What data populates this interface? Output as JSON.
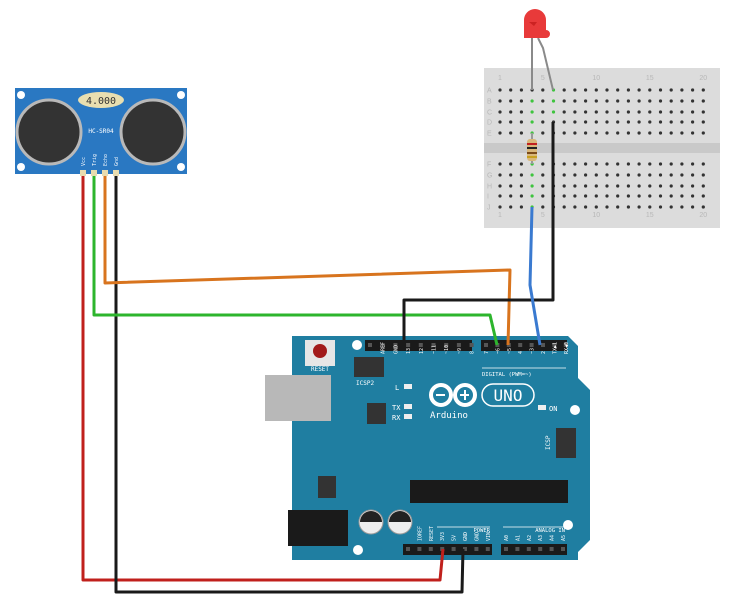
{
  "sensor": {
    "display": "4.000",
    "model": "HC-SR04",
    "pins": [
      "Vcc",
      "Trig",
      "Echo",
      "Gnd"
    ],
    "color": "#2a78c2"
  },
  "breadboard": {
    "column_labels": [
      "1",
      "5",
      "10",
      "15",
      "20"
    ],
    "row_labels_top": [
      "A",
      "B",
      "C",
      "D",
      "E"
    ],
    "row_labels_bottom": [
      "F",
      "G",
      "H",
      "I",
      "J"
    ]
  },
  "led": {
    "color": "#e83a3a"
  },
  "arduino": {
    "reset_label": "RESET",
    "icsp2_label": "ICSP2",
    "icsp_label": "ICSP",
    "brand": "Arduino",
    "model": "UNO",
    "l_label": "L",
    "tx_label": "TX",
    "rx_label": "RX",
    "on_label": "ON",
    "digital_label": "DIGITAL (PWM=~)",
    "power_label": "POWER",
    "analog_label": "ANALOG IN",
    "top_pins_1": [
      "",
      "AREF",
      "GND",
      "13",
      "12",
      "~11",
      "~10",
      "~9",
      "8"
    ],
    "top_pins_2": [
      "7",
      "~6",
      "~5",
      "4",
      "~3",
      "2",
      "TX▶1",
      "RX◀0"
    ],
    "power_pins": [
      "",
      "IOREF",
      "RESET",
      "3V3",
      "5V",
      "GND",
      "GND",
      "VIN"
    ],
    "analog_pins": [
      "A0",
      "A1",
      "A2",
      "A3",
      "A4",
      "A5"
    ],
    "color": "#1f7ea1"
  },
  "wires": {
    "vcc": "#c0201c",
    "gnd": "#1a1a1a",
    "trig": "#2db52d",
    "echo": "#d8741e",
    "led": "#3a7ad0"
  }
}
